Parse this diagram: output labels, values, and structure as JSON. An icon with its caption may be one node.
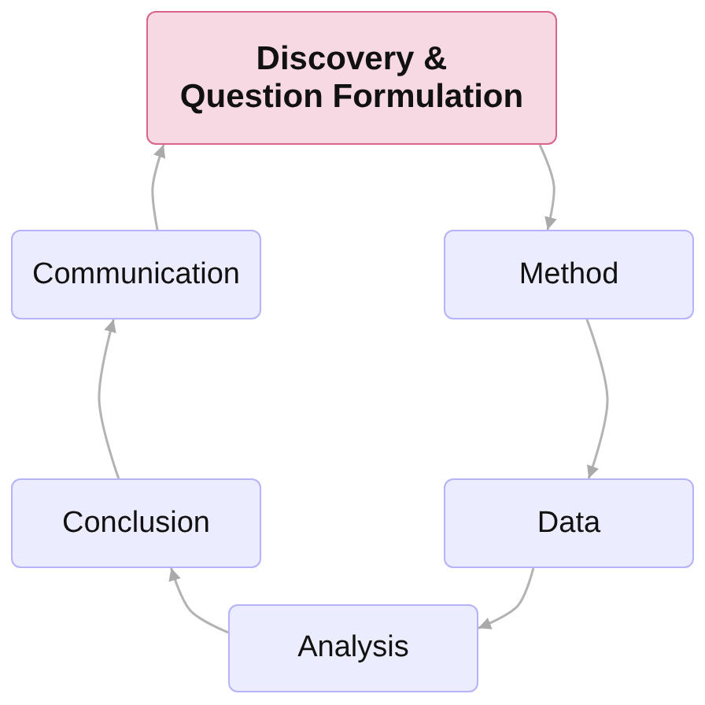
{
  "diagram": {
    "nodes": [
      {
        "text": [
          "Discovery & Question Formulation"
        ]
      },
      {
        "text": [
          "Communication"
        ]
      },
      {
        "text": [
          "Method"
        ]
      },
      {
        "text": [
          "Conclusion"
        ]
      },
      {
        "text": [
          "Data"
        ]
      },
      {
        "text": [
          "Analysis"
        ]
      }
    ],
    "edges": [
      {
        "from": 0,
        "to": 2,
        "arrow": "to"
      },
      {
        "from": 2,
        "to": 4,
        "arrow": "to"
      },
      {
        "from": 4,
        "to": 5,
        "arrow": "to"
      },
      {
        "from": 5,
        "to": 3,
        "arrow": "to"
      },
      {
        "from": 3,
        "to": 1,
        "arrow": "to"
      },
      {
        "from": 1,
        "to": 0,
        "arrow": "to"
      }
    ]
  }
}
